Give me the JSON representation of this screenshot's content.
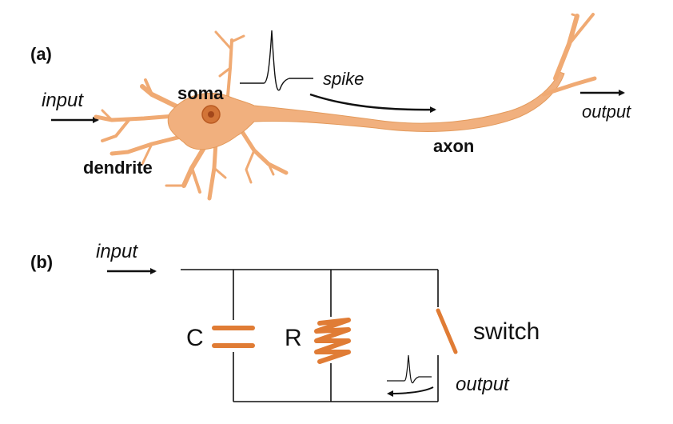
{
  "panel_a": {
    "label": "(a)",
    "input_label": "input",
    "soma_label": "soma",
    "dendrite_label": "dendrite",
    "spike_label": "spike",
    "axon_label": "axon",
    "output_label": "output"
  },
  "panel_b": {
    "label": "(b)",
    "input_label": "input",
    "capacitor_label": "C",
    "resistor_label": "R",
    "switch_label": "switch",
    "output_label": "output"
  },
  "colors": {
    "neuron_fill": "#f1b07e",
    "neuron_stroke": "#e39a5c",
    "nucleus": "#c8642c",
    "component": "#e07c35",
    "wire": "#111111"
  }
}
